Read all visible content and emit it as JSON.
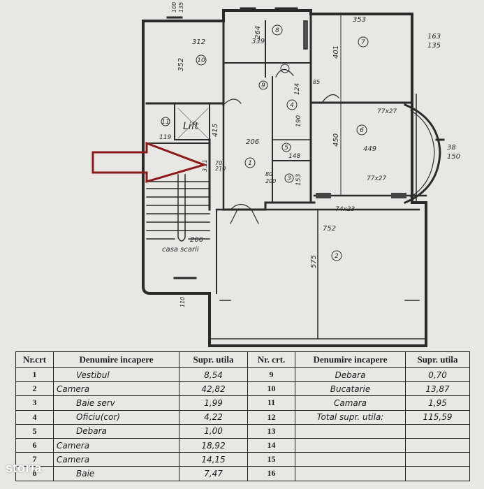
{
  "plan": {
    "rooms": {
      "r1": "1",
      "r2": "2",
      "r3": "3",
      "r4": "4",
      "r5": "5",
      "r6": "6",
      "r7": "7",
      "r8": "8",
      "r9": "9",
      "r10": "10",
      "r11": "11"
    },
    "labels": {
      "lift": "Lift",
      "stair": "casa scarii",
      "d312": "312",
      "d352": "352",
      "d353": "353",
      "d339": "339",
      "d264": "264",
      "d401": "401",
      "d415": "415",
      "d206": "206",
      "d752": "752",
      "d575": "575",
      "d449": "449",
      "d450": "450",
      "d266": "266",
      "d119": "119",
      "d148": "148",
      "d153": "153",
      "d190": "190",
      "d124": "124",
      "d163": "163",
      "d135": "135",
      "d38": "38",
      "d150": "150",
      "d74x23": "74x23",
      "d77x27a": "77x27",
      "d77x27b": "77x27",
      "d100a": "100",
      "d135b": "135",
      "d110": "110",
      "d210": "210",
      "d70": "70",
      "d80": "80",
      "d85": "85",
      "d200": "200",
      "d321": "3.21"
    }
  },
  "table": {
    "headers": {
      "nr": "Nr.crt",
      "name": "Denumire incapere",
      "area": "Supr. utila",
      "nr2": "Nr. crt.",
      "name2": "Denumire incapere",
      "area2": "Supr. utila"
    },
    "left_rows": [
      {
        "nr": "1",
        "name": "Vestibul",
        "area": "8,54"
      },
      {
        "nr": "2",
        "name": "Camera",
        "area": "42,82"
      },
      {
        "nr": "3",
        "name": "Baie serv",
        "area": "1,99"
      },
      {
        "nr": "4",
        "name": "Oficiu(cor)",
        "area": "4,22"
      },
      {
        "nr": "5",
        "name": "Debara",
        "area": "1,00"
      },
      {
        "nr": "6",
        "name": "Camera",
        "area": "18,92"
      },
      {
        "nr": "7",
        "name": "Camera",
        "area": "14,15"
      },
      {
        "nr": "8",
        "name": "Baie",
        "area": "7,47"
      }
    ],
    "right_rows": [
      {
        "nr": "9",
        "name": "Debara",
        "area": "0,70"
      },
      {
        "nr": "10",
        "name": "Bucatarie",
        "area": "13,87"
      },
      {
        "nr": "11",
        "name": "Camara",
        "area": "1,95"
      },
      {
        "nr": "12",
        "name": "Total supr. utila:",
        "area": "115,59"
      },
      {
        "nr": "13",
        "name": "",
        "area": ""
      },
      {
        "nr": "14",
        "name": "",
        "area": ""
      },
      {
        "nr": "15",
        "name": "",
        "area": ""
      },
      {
        "nr": "16",
        "name": "",
        "area": ""
      }
    ]
  },
  "watermark": {
    "text": "storia"
  },
  "colors": {
    "arrow": "#8b1a1a",
    "ink": "#262626",
    "paper": "#e9e7e4"
  }
}
